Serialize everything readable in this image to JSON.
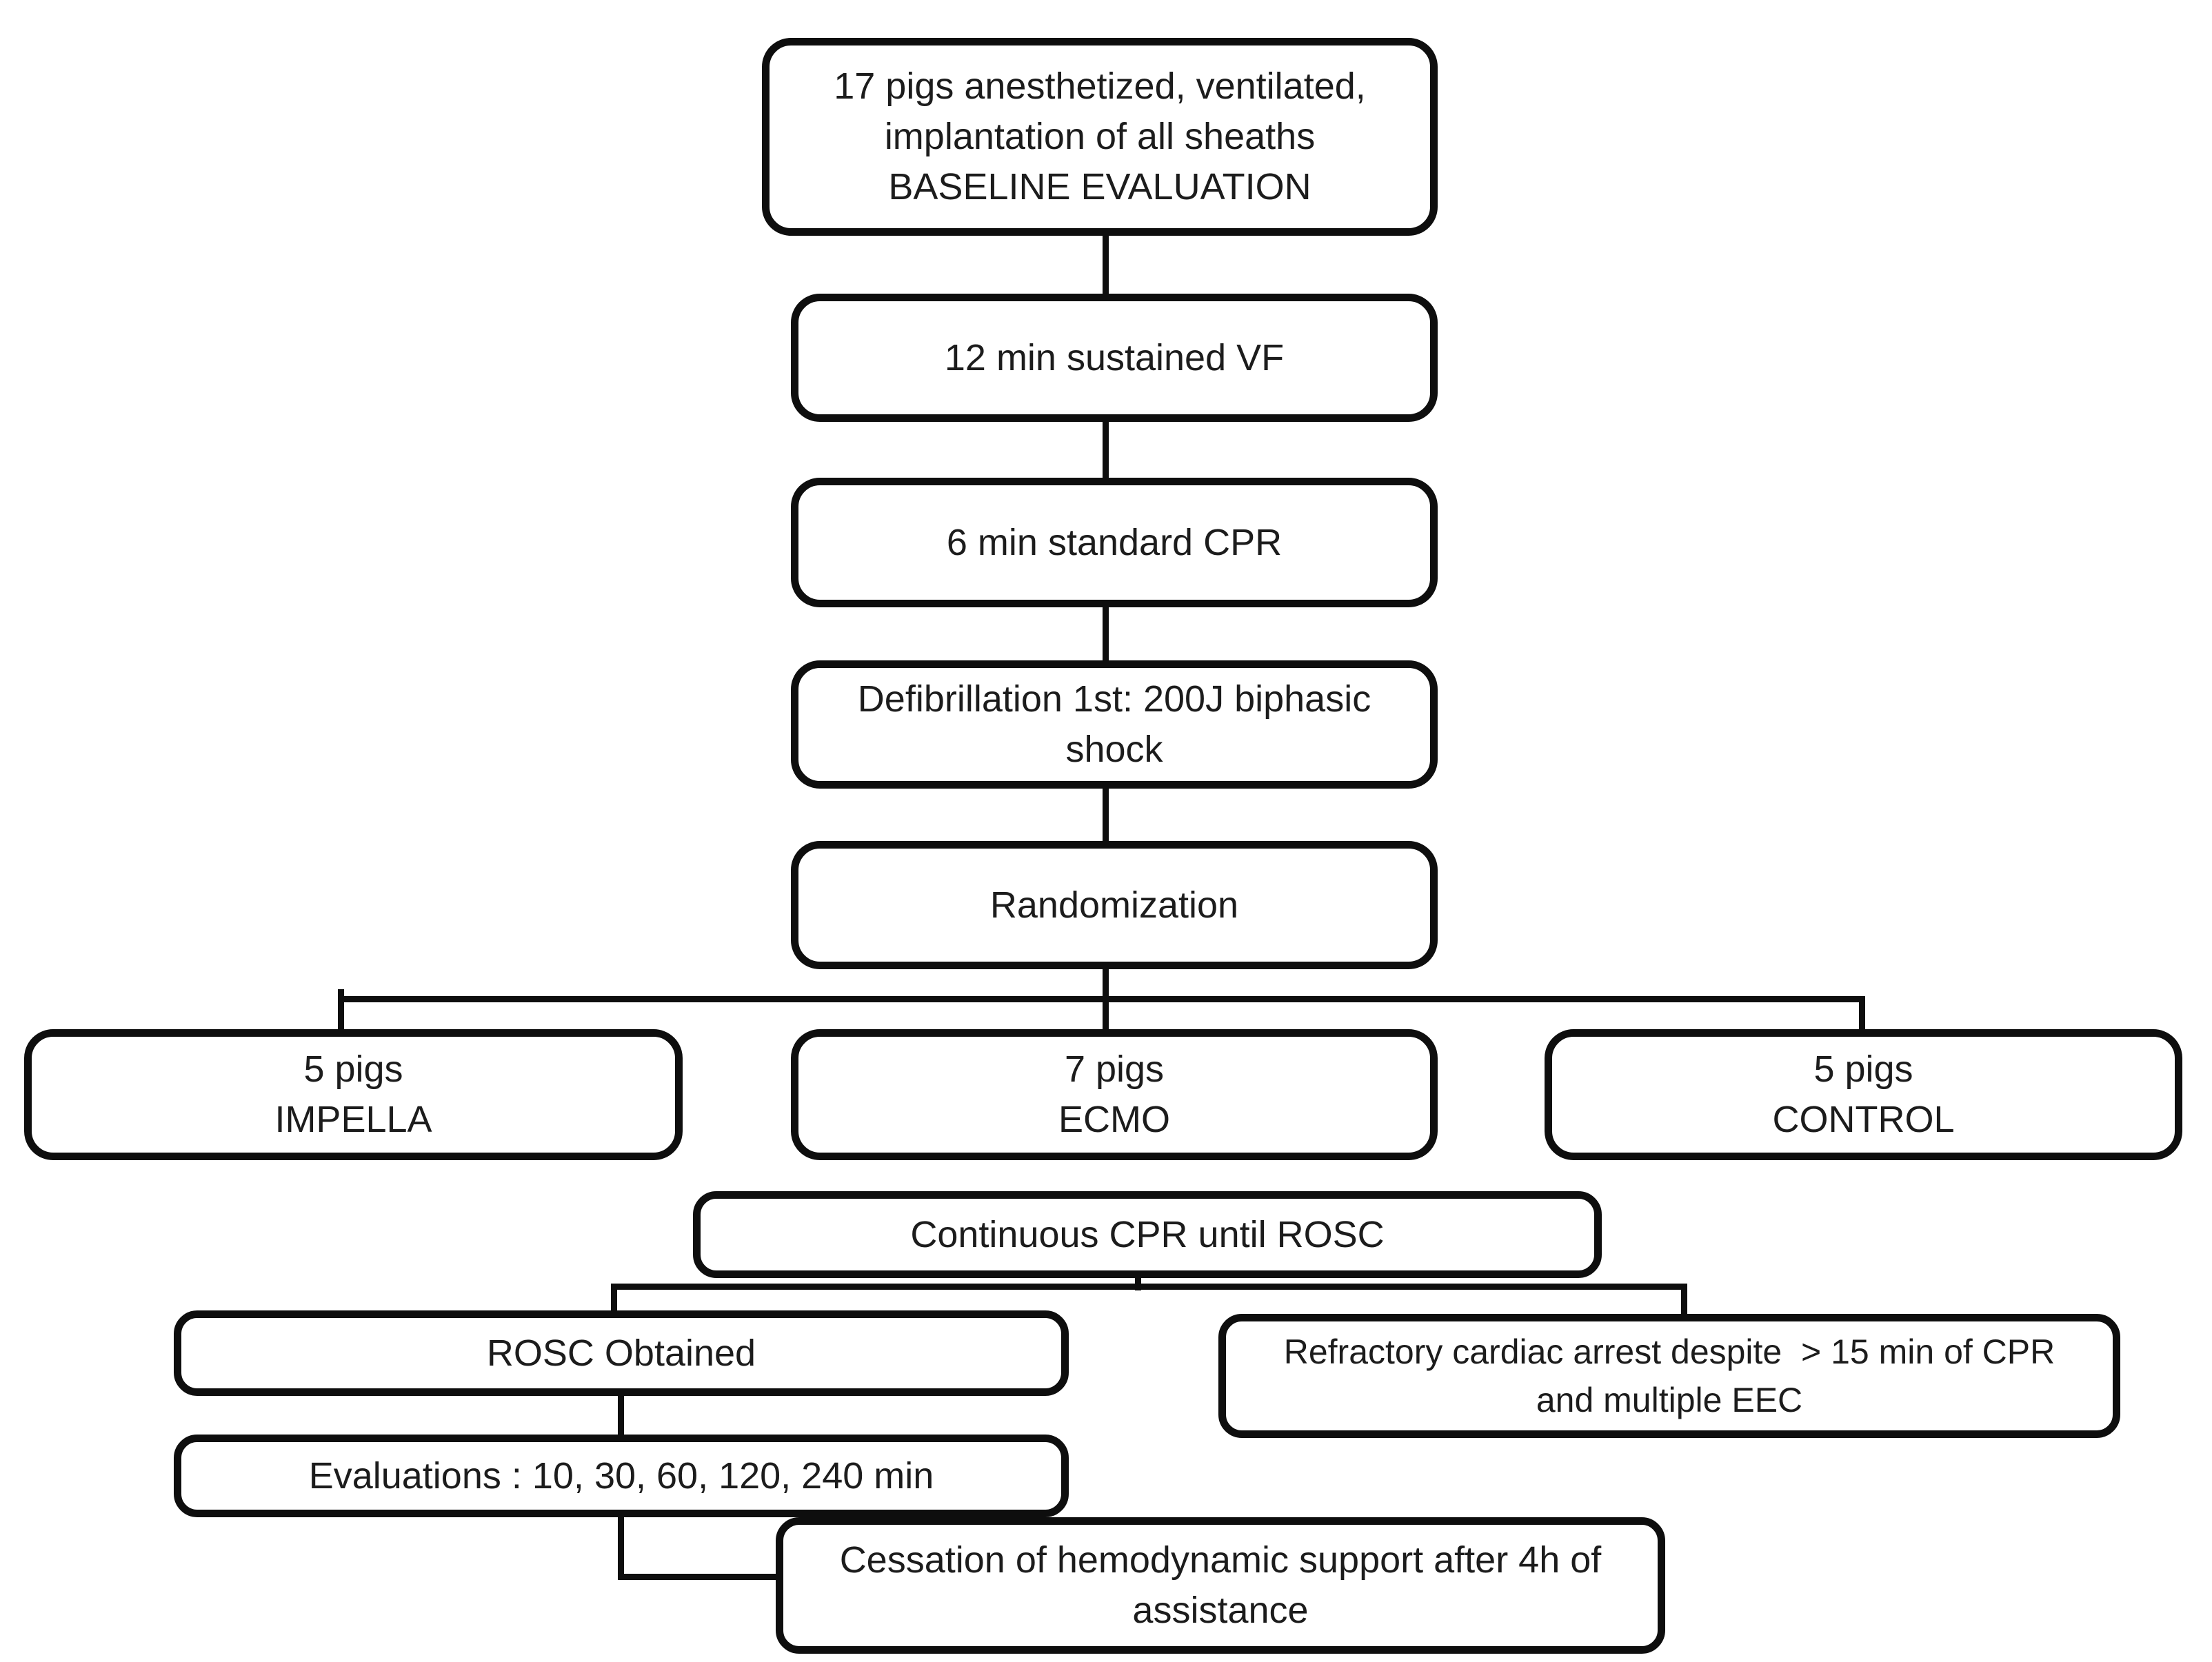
{
  "diagram": {
    "type": "flowchart",
    "colors": {
      "border": "#0e0e0e",
      "text": "#1c1c1c",
      "background": "#ffffff",
      "line": "#0e0e0e"
    },
    "nodes": [
      {
        "id": "baseline",
        "lines": [
          "17 pigs anesthetized, ventilated,",
          "implantation of all sheaths",
          "BASELINE EVALUATION"
        ]
      },
      {
        "id": "sustained-vf",
        "lines": [
          "12 min sustained VF"
        ]
      },
      {
        "id": "standard-cpr",
        "lines": [
          "6 min standard CPR"
        ]
      },
      {
        "id": "defibrillation",
        "lines": [
          "Defibrillation 1st: 200J biphasic",
          "shock"
        ]
      },
      {
        "id": "randomization",
        "lines": [
          "Randomization"
        ]
      },
      {
        "id": "impella-group",
        "lines": [
          "5 pigs",
          "IMPELLA"
        ]
      },
      {
        "id": "ecmo-group",
        "lines": [
          "7 pigs",
          "ECMO"
        ]
      },
      {
        "id": "control-group",
        "lines": [
          "5 pigs",
          "CONTROL"
        ]
      },
      {
        "id": "continuous-cpr",
        "lines": [
          "Continuous CPR until ROSC"
        ]
      },
      {
        "id": "rosc-obtained",
        "lines": [
          "ROSC Obtained"
        ]
      },
      {
        "id": "refractory",
        "lines": [
          "Refractory cardiac arrest despite  > 15 min of CPR",
          "and multiple EEC"
        ]
      },
      {
        "id": "evaluations",
        "lines": [
          "Evaluations : 10, 30, 60, 120, 240 min"
        ]
      },
      {
        "id": "cessation",
        "lines": [
          "Cessation of hemodynamic support after 4h of",
          "assistance"
        ]
      }
    ]
  }
}
